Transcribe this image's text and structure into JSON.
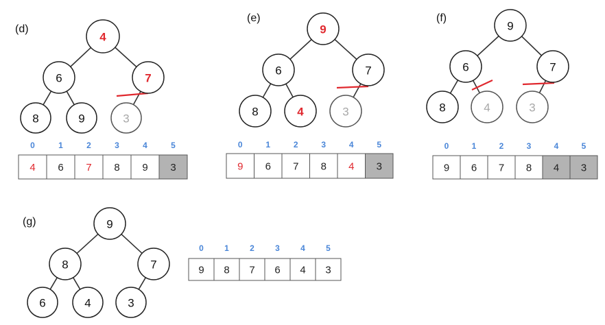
{
  "panels": [
    {
      "label": "(d)",
      "nodes": [
        {
          "value": "4",
          "style": "hot"
        },
        {
          "value": "6",
          "style": "normal"
        },
        {
          "value": "7",
          "style": "hot"
        },
        {
          "value": "8",
          "style": "normal"
        },
        {
          "value": "9",
          "style": "normal"
        },
        {
          "value": "3",
          "style": "ghost"
        }
      ],
      "array": {
        "indices": [
          "0",
          "1",
          "2",
          "3",
          "4",
          "5"
        ],
        "cells": [
          {
            "value": "4",
            "style": "hot"
          },
          {
            "value": "6",
            "style": "normal"
          },
          {
            "value": "7",
            "style": "hot"
          },
          {
            "value": "8",
            "style": "normal"
          },
          {
            "value": "9",
            "style": "normal"
          },
          {
            "value": "3",
            "style": "shaded"
          }
        ]
      }
    },
    {
      "label": "(e)",
      "nodes": [
        {
          "value": "9",
          "style": "hot"
        },
        {
          "value": "6",
          "style": "normal"
        },
        {
          "value": "7",
          "style": "normal"
        },
        {
          "value": "8",
          "style": "normal"
        },
        {
          "value": "4",
          "style": "hot"
        },
        {
          "value": "3",
          "style": "ghost"
        }
      ],
      "array": {
        "indices": [
          "0",
          "1",
          "2",
          "3",
          "4",
          "5"
        ],
        "cells": [
          {
            "value": "9",
            "style": "hot"
          },
          {
            "value": "6",
            "style": "normal"
          },
          {
            "value": "7",
            "style": "normal"
          },
          {
            "value": "8",
            "style": "normal"
          },
          {
            "value": "4",
            "style": "hot"
          },
          {
            "value": "3",
            "style": "shaded"
          }
        ]
      }
    },
    {
      "label": "(f)",
      "nodes": [
        {
          "value": "9",
          "style": "normal"
        },
        {
          "value": "6",
          "style": "normal"
        },
        {
          "value": "7",
          "style": "normal"
        },
        {
          "value": "8",
          "style": "normal"
        },
        {
          "value": "4",
          "style": "ghost"
        },
        {
          "value": "3",
          "style": "ghost"
        }
      ],
      "array": {
        "indices": [
          "0",
          "1",
          "2",
          "3",
          "4",
          "5"
        ],
        "cells": [
          {
            "value": "9",
            "style": "normal"
          },
          {
            "value": "6",
            "style": "normal"
          },
          {
            "value": "7",
            "style": "normal"
          },
          {
            "value": "8",
            "style": "normal"
          },
          {
            "value": "4",
            "style": "shaded"
          },
          {
            "value": "3",
            "style": "shaded"
          }
        ]
      }
    },
    {
      "label": "(g)",
      "nodes": [
        {
          "value": "9",
          "style": "normal"
        },
        {
          "value": "8",
          "style": "normal"
        },
        {
          "value": "7",
          "style": "normal"
        },
        {
          "value": "6",
          "style": "normal"
        },
        {
          "value": "4",
          "style": "normal"
        },
        {
          "value": "3",
          "style": "normal"
        }
      ],
      "array": {
        "indices": [
          "0",
          "1",
          "2",
          "3",
          "4",
          "5"
        ],
        "cells": [
          {
            "value": "9",
            "style": "normal"
          },
          {
            "value": "8",
            "style": "normal"
          },
          {
            "value": "7",
            "style": "normal"
          },
          {
            "value": "6",
            "style": "normal"
          },
          {
            "value": "4",
            "style": "normal"
          },
          {
            "value": "3",
            "style": "normal"
          }
        ]
      }
    }
  ]
}
